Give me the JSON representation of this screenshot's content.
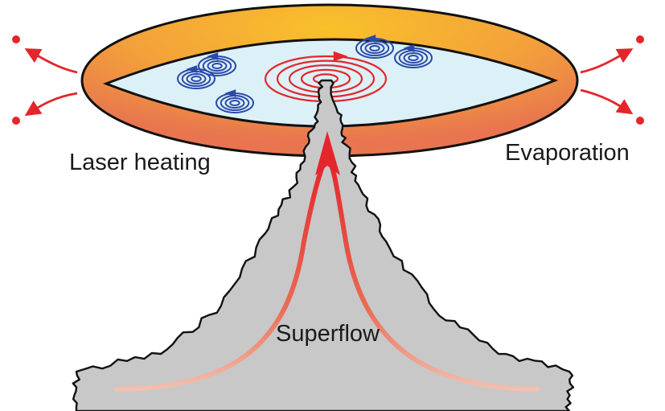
{
  "labels": {
    "laser_heating": "Laser heating",
    "evaporation": "Evaporation",
    "superflow": "Superflow"
  },
  "colors": {
    "ring_outer": "#e8754f",
    "ring_inner": "#f9c12a",
    "disc_fill": "#dcf0f8",
    "film_fill": "#c8c8c8",
    "arrow_red": "#e3262b",
    "vortex_blue": "#2b4aa8",
    "vortex_red": "#e3262b",
    "stroke": "#111111"
  },
  "icons": {
    "vortex_small": "blue-counter-rotating-vortex-icon",
    "vortex_large": "red-central-vortex-icon",
    "particle": "evaporating-particle-icon"
  }
}
